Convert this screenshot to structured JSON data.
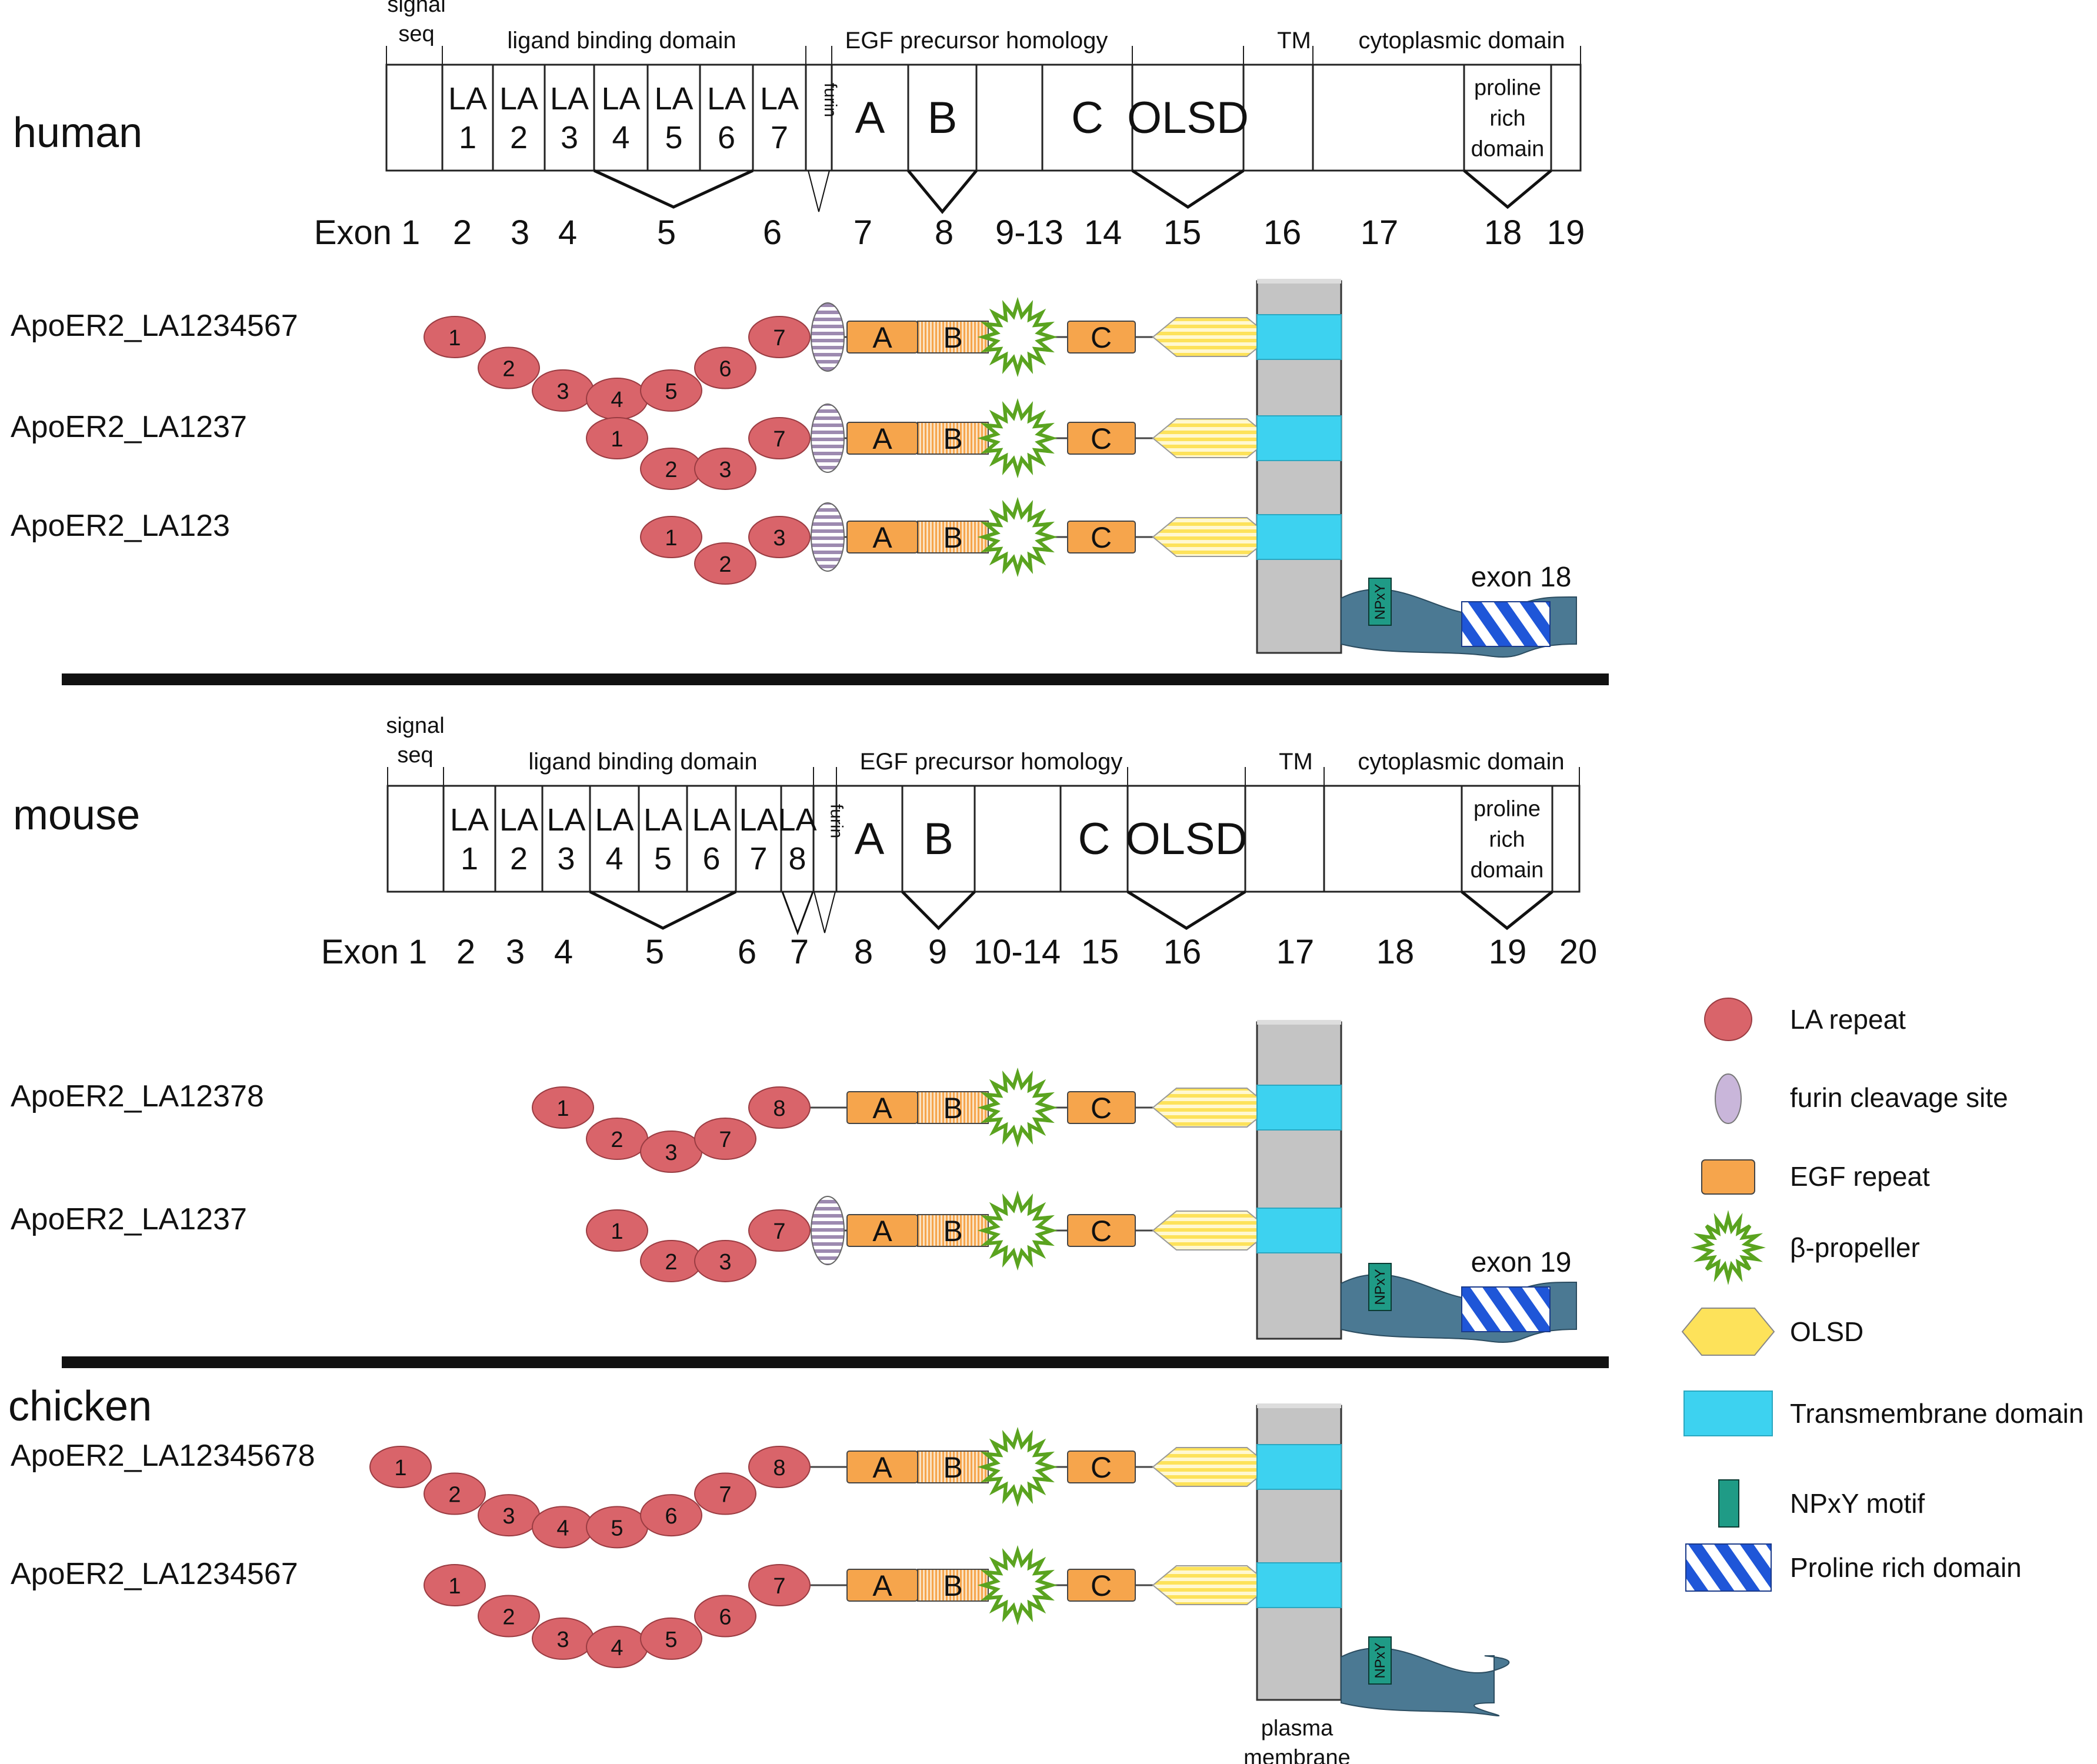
{
  "colors": {
    "la": "#d9646a",
    "furin": "#9d8ab0",
    "egf": "#f6a54c",
    "egf_stripe": "#fbe3c4",
    "propeller": "#5aa31f",
    "olsd": "#fde25a",
    "tm": "#3dd2f0",
    "npxy": "#1f9b86",
    "tail": "#4b7993",
    "proline": "#1f56d8",
    "membrane": "#c4c4c4"
  },
  "human": {
    "species": "human",
    "gene": {
      "header_labels": {
        "signal_top": "signal",
        "signal_bottom": "seq",
        "ligand": "ligand binding domain",
        "egf": "EGF precursor homology",
        "tm": "TM",
        "cyto": "cytoplasmic domain"
      },
      "cells": [
        "",
        "LA\n1",
        "LA\n2",
        "LA\n3",
        "LA\n4",
        "LA\n5",
        "LA\n6",
        "LA\n7",
        "furin",
        "A",
        "B",
        "",
        "C",
        "OLSD",
        "",
        "",
        "proline\nrich\ndomain",
        ""
      ],
      "exons": [
        "Exon 1",
        "2",
        "3",
        "4",
        "5",
        "6",
        "7",
        "8",
        "9-13",
        "14",
        "15",
        "16",
        "17",
        "18",
        "19"
      ]
    },
    "isoforms": [
      {
        "name": "ApoER2_LA1234567",
        "repeats": [
          "1",
          "2",
          "3",
          "4",
          "5",
          "6",
          "7"
        ],
        "furin": true
      },
      {
        "name": "ApoER2_LA1237",
        "repeats": [
          "1",
          "2",
          "3",
          "7"
        ],
        "furin": true
      },
      {
        "name": "ApoER2_LA123",
        "repeats": [
          "1",
          "2",
          "3"
        ],
        "furin": true
      }
    ],
    "tail_label": "exon 18"
  },
  "mouse": {
    "species": "mouse",
    "gene": {
      "header_labels": {
        "signal_top": "signal",
        "signal_bottom": "seq",
        "ligand": "ligand binding domain",
        "egf": "EGF precursor homology",
        "tm": "TM",
        "cyto": "cytoplasmic domain"
      },
      "cells": [
        "",
        "LA\n1",
        "LA\n2",
        "LA\n3",
        "LA\n4",
        "LA\n5",
        "LA\n6",
        "LA\n7",
        "LA\n8",
        "furin",
        "A",
        "B",
        "",
        "C",
        "OLSD",
        "",
        "",
        "proline\nrich\ndomain",
        ""
      ],
      "exons": [
        "Exon 1",
        "2",
        "3",
        "4",
        "5",
        "6",
        "7",
        "8",
        "9",
        "10-14",
        "15",
        "16",
        "17",
        "18",
        "19",
        "20"
      ]
    },
    "isoforms": [
      {
        "name": "ApoER2_LA12378",
        "repeats": [
          "1",
          "2",
          "3",
          "7",
          "8"
        ],
        "furin": false
      },
      {
        "name": "ApoER2_LA1237",
        "repeats": [
          "1",
          "2",
          "3",
          "7"
        ],
        "furin": true
      }
    ],
    "tail_label": "exon 19"
  },
  "chicken": {
    "species": "chicken",
    "isoforms": [
      {
        "name": "ApoER2_LA12345678",
        "repeats": [
          "1",
          "2",
          "3",
          "4",
          "5",
          "6",
          "7",
          "8"
        ],
        "furin": false
      },
      {
        "name": "ApoER2_LA1234567",
        "repeats": [
          "1",
          "2",
          "3",
          "4",
          "5",
          "6",
          "7"
        ],
        "furin": false
      }
    ],
    "membrane_label": "plasma\nmembrane"
  },
  "domain_letters": {
    "a": "A",
    "b": "B",
    "c": "C",
    "npxy": "NPxY"
  },
  "legend": [
    {
      "key": "la",
      "label": "LA repeat",
      "icon": "red-ellipse-icon"
    },
    {
      "key": "furin",
      "label": "furin cleavage site",
      "icon": "purple-oval-icon"
    },
    {
      "key": "egf",
      "label": "EGF repeat",
      "icon": "orange-box-icon"
    },
    {
      "key": "propeller",
      "label": "β-propeller",
      "icon": "green-star-icon"
    },
    {
      "key": "olsd",
      "label": "OLSD",
      "icon": "yellow-hexagon-icon"
    },
    {
      "key": "tm",
      "label": "Transmembrane domain",
      "icon": "cyan-bar-icon"
    },
    {
      "key": "npxy",
      "label": "NPxY motif",
      "icon": "teal-tag-icon"
    },
    {
      "key": "proline",
      "label": "Proline rich domain",
      "icon": "striped-box-icon"
    }
  ]
}
